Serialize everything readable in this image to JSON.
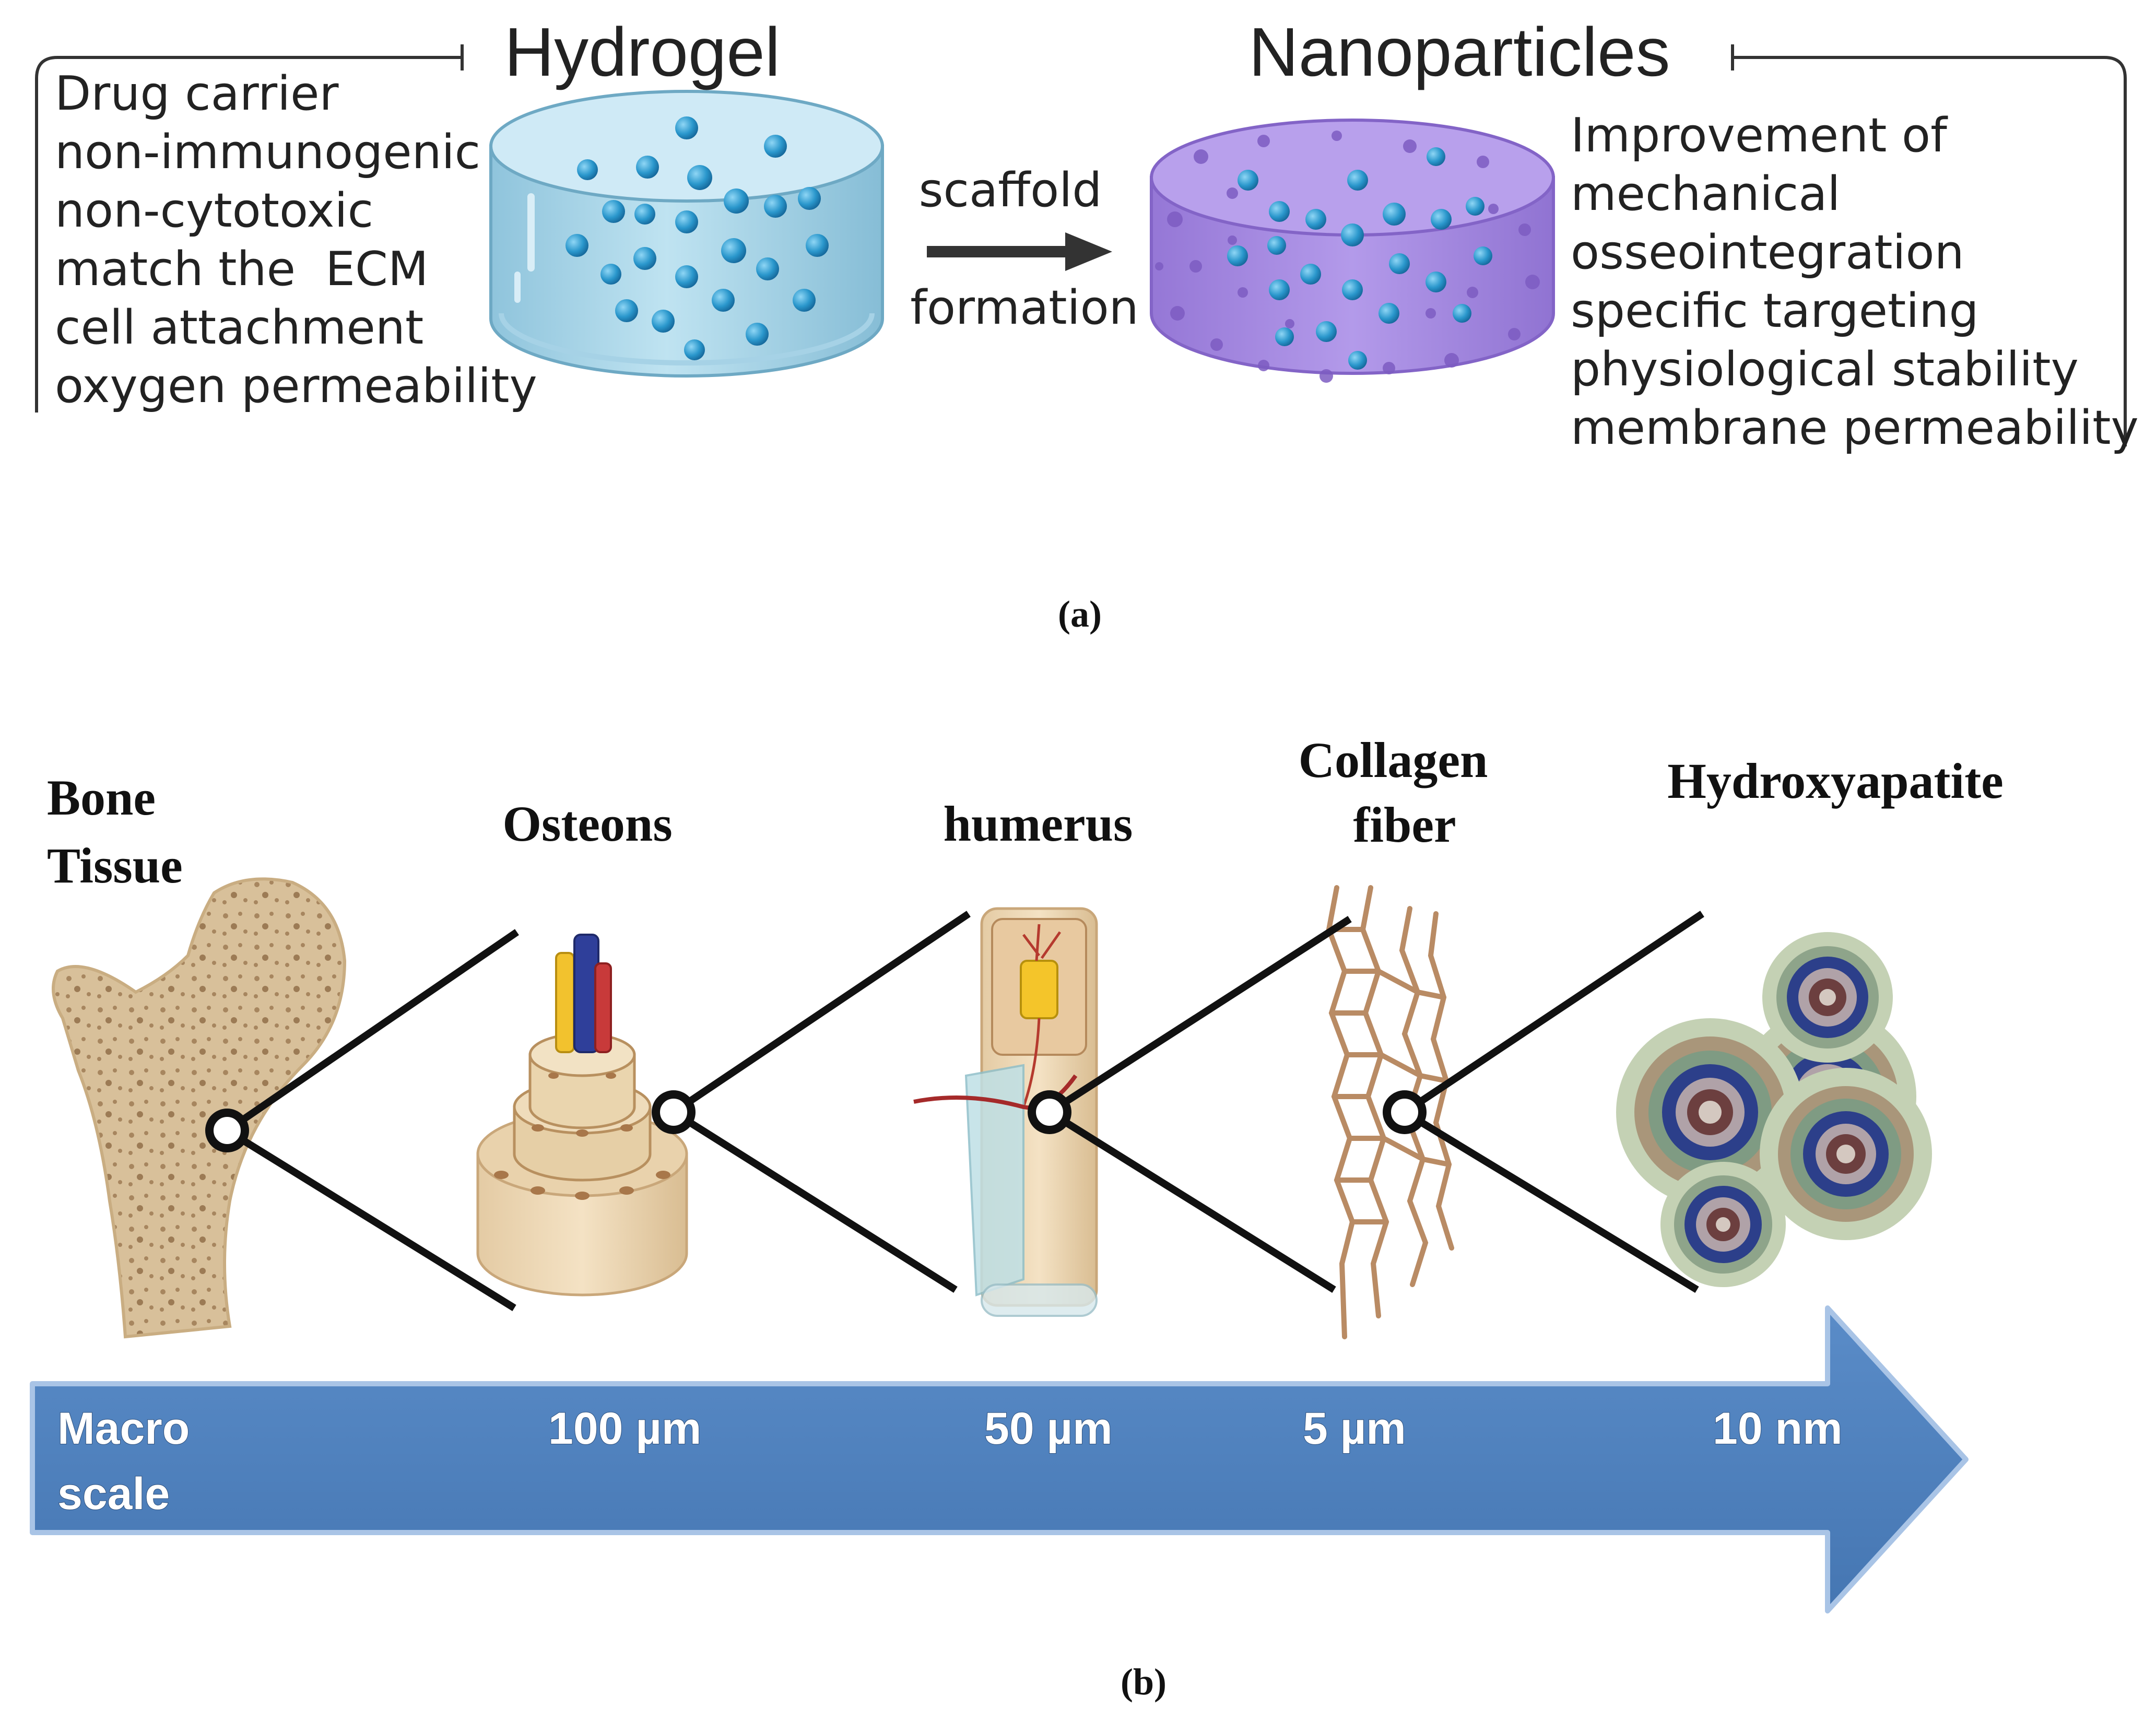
{
  "panel_a": {
    "caption": "(a)",
    "caption_letter": "a",
    "hydrogel_title": "Hydrogel",
    "nanoparticles_title": "Nanoparticles",
    "arrow_label_top": "scaffold",
    "arrow_label_bottom": "formation",
    "hydrogel_properties": [
      "Drug carrier",
      "non-immunogenic",
      "non-cytotoxic",
      "match the  ECM",
      "cell attachment",
      "oxygen permeability"
    ],
    "nanoparticle_properties": [
      "Improvement of",
      "mechanical",
      "osseointegration",
      "specific targeting",
      "physiological stability",
      "membrane permeability"
    ],
    "colors": {
      "hydrogel": "#9fd0e6",
      "scaffold": "#a98be0",
      "particle": "#2a97cc"
    }
  },
  "panel_b": {
    "caption": "(b)",
    "caption_letter": "b",
    "levels": [
      {
        "title_lines": [
          "Bone",
          "Tissue"
        ],
        "scale_lines": [
          "Macro",
          "scale"
        ]
      },
      {
        "title_lines": [
          "Osteons"
        ],
        "scale_lines": [
          "100 µm"
        ]
      },
      {
        "title_lines": [
          "humerus"
        ],
        "scale_lines": [
          "50 µm"
        ]
      },
      {
        "title_lines": [
          "Collagen",
          "fiber"
        ],
        "scale_lines": [
          "5 µm"
        ]
      },
      {
        "title_lines": [
          "Hydroxyapatite"
        ],
        "scale_lines": [
          "10 nm"
        ]
      }
    ],
    "colors": {
      "arrow": "#4f81bd",
      "bone": "#dcc49c",
      "collagen": "#b98b64"
    }
  }
}
